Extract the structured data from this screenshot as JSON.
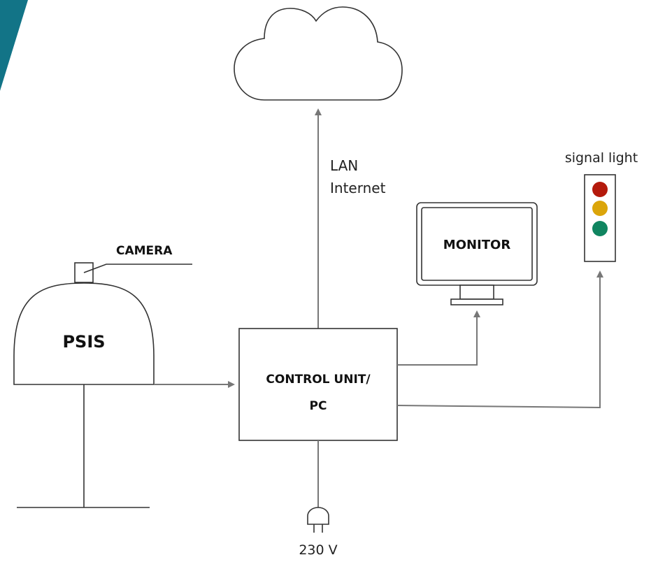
{
  "labels": {
    "camera": "CAMERA",
    "psis": "PSIS",
    "control_unit_line1": "CONTROL UNIT/",
    "control_unit_line2": "PC",
    "monitor": "MONITOR",
    "signal_light": "signal light",
    "lan": "LAN",
    "internet": "Internet",
    "power": "230 V"
  },
  "colors": {
    "corner_accent": "#127487",
    "connector": "#777777",
    "outline": "#333333",
    "light_red": "#b41a0c",
    "light_amber": "#dba50a",
    "light_green": "#108560"
  },
  "icons": {
    "cloud": "cloud-icon",
    "monitor": "monitor-icon",
    "signal_light": "traffic-light-icon",
    "camera": "camera-icon",
    "plug": "power-plug-icon"
  }
}
